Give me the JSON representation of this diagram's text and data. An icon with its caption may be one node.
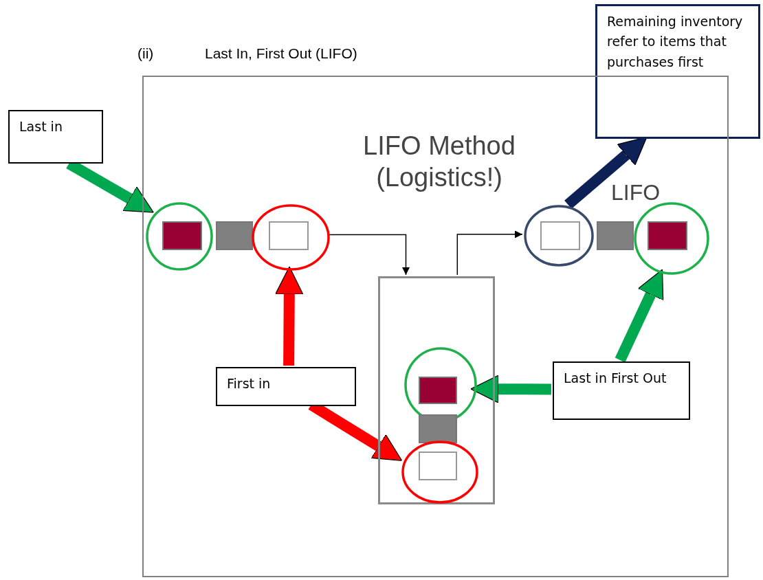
{
  "diagram": {
    "title": "Last In, First Out (LIFO)",
    "nodes": [
      {
        "text": [
          "Last in"
        ]
      },
      {
        "text": [
          "Remaining inventory refer to items that purchases first"
        ]
      },
      {
        "text": [
          "LIFO Method (Logistics!)"
        ]
      },
      {
        "text": [],
        "shape": "circle",
        "in": 2
      },
      {
        "text": [],
        "shape": "box",
        "in": 3
      },
      {
        "text": [],
        "shape": "box",
        "in": 2
      },
      {
        "text": [],
        "shape": "circle",
        "in": 2
      },
      {
        "text": [],
        "shape": "box",
        "in": 6
      },
      {
        "text": [
          "First in"
        ],
        "in": 2
      },
      {
        "text": [],
        "shape": "box",
        "in": 2
      },
      {
        "text": [],
        "shape": "circle",
        "in": 9
      },
      {
        "text": [],
        "shape": "box",
        "in": 10
      },
      {
        "text": [],
        "shape": "box",
        "in": 9
      },
      {
        "text": [],
        "shape": "circle",
        "in": 9
      },
      {
        "text": [],
        "shape": "box",
        "in": 13
      },
      {
        "text": [
          "Last in First Out"
        ],
        "in": 2
      },
      {
        "text": [],
        "shape": "circle",
        "in": 2
      },
      {
        "text": [],
        "shape": "box",
        "in": 16
      },
      {
        "text": [],
        "shape": "box",
        "in": 2
      },
      {
        "text": [],
        "shape": "circle",
        "in": 2
      },
      {
        "text": [],
        "shape": "box",
        "in": 19
      }
    ],
    "edges": [
      {
        "from": 0,
        "to": 3,
        "arrow": "to",
        "color": "#00a84f"
      },
      {
        "from": 8,
        "to": 6,
        "arrow": "to",
        "color": "#ff0000"
      },
      {
        "from": 8,
        "to": 13,
        "arrow": "to",
        "color": "#ff0000"
      },
      {
        "from": 15,
        "to": 10,
        "arrow": "to",
        "color": "#00a84f"
      },
      {
        "from": 15,
        "to": 19,
        "arrow": "to",
        "color": "#00a84f"
      },
      {
        "from": 16,
        "to": 1,
        "arrow": "to",
        "color": "#0d2157"
      },
      {
        "from": 6,
        "to": 9,
        "arrow": "to",
        "color": "#000000"
      },
      {
        "from": 9,
        "to": 16,
        "arrow": "to",
        "color": "#000000"
      }
    ],
    "labels": [
      "(ii)",
      "LIFO"
    ]
  }
}
